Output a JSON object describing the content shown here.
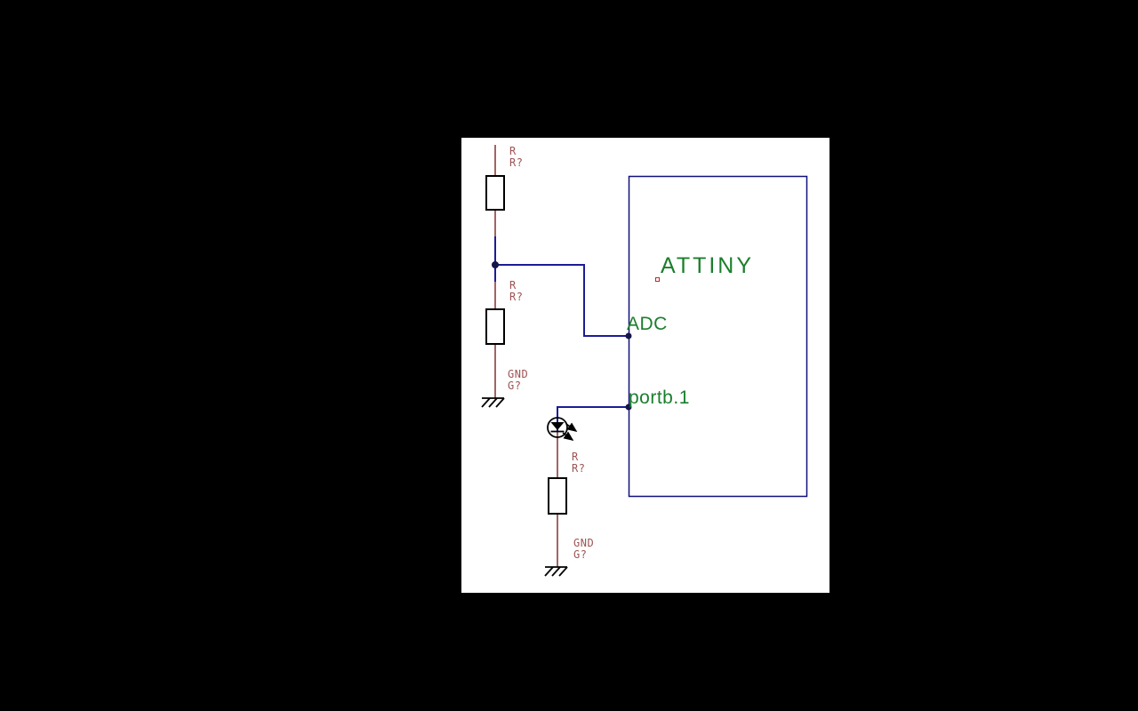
{
  "window": {
    "background_color": "#000000"
  },
  "canvas": {
    "background_color": "#ffffff"
  },
  "colors": {
    "wire": "#1c1c96",
    "pin": "#8e3d3d",
    "component_outline": "#000000",
    "ic_border": "#10107e",
    "junction": "#15154a",
    "red_label": "#9e5454",
    "green_label": "#1b7e2c",
    "origin_marker": "#cc2222"
  },
  "ic": {
    "name": "ATTINY",
    "pin_labels": {
      "adc": "ADC",
      "portb1": "portb.1"
    }
  },
  "components": {
    "r1": {
      "type": "R",
      "ref": "R?"
    },
    "r2": {
      "type": "R",
      "ref": "R?"
    },
    "r3": {
      "type": "R",
      "ref": "R?"
    },
    "gnd1": {
      "type": "GND",
      "ref": "G?"
    },
    "gnd2": {
      "type": "GND",
      "ref": "G?"
    },
    "led1": {
      "kind": "LED"
    }
  }
}
